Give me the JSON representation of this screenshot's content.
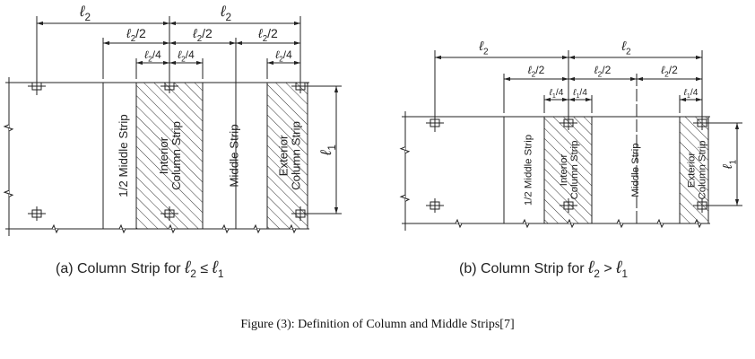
{
  "diagram_a": {
    "dims_top": [
      {
        "var": "ℓ",
        "sub": "2",
        "tail": ""
      },
      {
        "var": "ℓ",
        "sub": "2",
        "tail": ""
      }
    ],
    "dims_half": [
      {
        "var": "ℓ",
        "sub": "2",
        "tail": "/2"
      },
      {
        "var": "ℓ",
        "sub": "2",
        "tail": "/2"
      },
      {
        "var": "ℓ",
        "sub": "2",
        "tail": "/2"
      }
    ],
    "dims_quarter": [
      {
        "var": "ℓ",
        "sub": "2",
        "tail": "/4"
      },
      {
        "var": "ℓ",
        "sub": "2",
        "tail": "/4"
      },
      {
        "var": "ℓ",
        "sub": "2",
        "tail": "/4"
      }
    ],
    "span": {
      "var": "ℓ",
      "sub": "1",
      "tail": ""
    },
    "strips": [
      [
        "1/2 Middle Strip"
      ],
      [
        "Interior",
        "Column Strip"
      ],
      [
        "Middle Strip"
      ],
      [
        "Exterior",
        "Column Strip"
      ]
    ],
    "caption": {
      "prefix": "(a) Column Strip for ",
      "var_a": "ℓ",
      "sub_a": "2",
      "relation": " ≤ ",
      "var_b": "ℓ",
      "sub_b": "1"
    }
  },
  "diagram_b": {
    "dims_top": [
      {
        "var": "ℓ",
        "sub": "2",
        "tail": ""
      },
      {
        "var": "ℓ",
        "sub": "2",
        "tail": ""
      }
    ],
    "dims_half": [
      {
        "var": "ℓ",
        "sub": "2",
        "tail": "/2"
      },
      {
        "var": "ℓ",
        "sub": "2",
        "tail": "/2"
      },
      {
        "var": "ℓ",
        "sub": "2",
        "tail": "/2"
      }
    ],
    "dims_quarter": [
      {
        "var": "ℓ",
        "sub": "1",
        "tail": "/4"
      },
      {
        "var": "ℓ",
        "sub": "1",
        "tail": "/4"
      },
      {
        "var": "ℓ",
        "sub": "1",
        "tail": "/4"
      }
    ],
    "span": {
      "var": "ℓ",
      "sub": "1",
      "tail": ""
    },
    "strips": [
      [
        "1/2 Middle Strip"
      ],
      [
        "Interior",
        "Column Strip"
      ],
      [
        "Middle Strip"
      ],
      [
        "Exterior",
        "Column Strip"
      ]
    ],
    "caption": {
      "prefix": "(b) Column Strip for ",
      "var_a": "ℓ",
      "sub_a": "2",
      "relation": " > ",
      "var_b": "ℓ",
      "sub_b": "1"
    }
  },
  "figure_caption": "Figure (3): Definition of Column and Middle Strips[7]",
  "colors": {
    "line": "#222222",
    "hatch": "#333333"
  }
}
